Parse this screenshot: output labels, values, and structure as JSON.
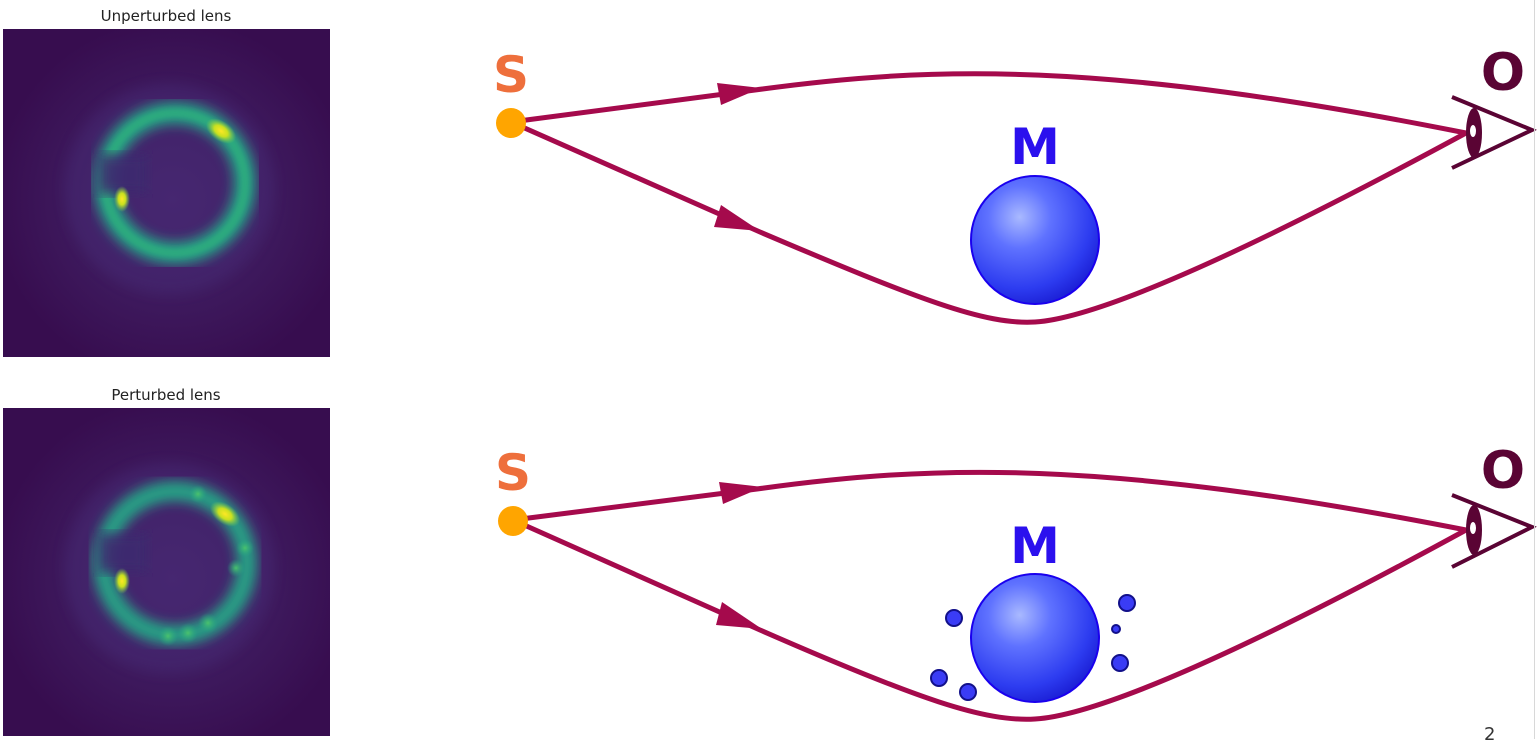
{
  "panels": [
    {
      "title": "Unperturbed lens",
      "kind": "unperturbed"
    },
    {
      "title": "Perturbed lens",
      "kind": "perturbed"
    }
  ],
  "diagrams": [
    {
      "source_label": "S",
      "mass_label": "M",
      "observer_label": "O",
      "subhalos": false
    },
    {
      "source_label": "S",
      "mass_label": "M",
      "observer_label": "O",
      "subhalos": true
    }
  ],
  "colors": {
    "ray": "#a50a4c",
    "source": "#ffa500",
    "source_label": "#ee6f3c",
    "mass_label": "#2b10ee",
    "mass_edge": "#1a00ee",
    "observer": "#5a0434",
    "image_background": "#3a0f52",
    "ring": "#20a386",
    "hotspot": "#fde725"
  },
  "page_number": "2"
}
